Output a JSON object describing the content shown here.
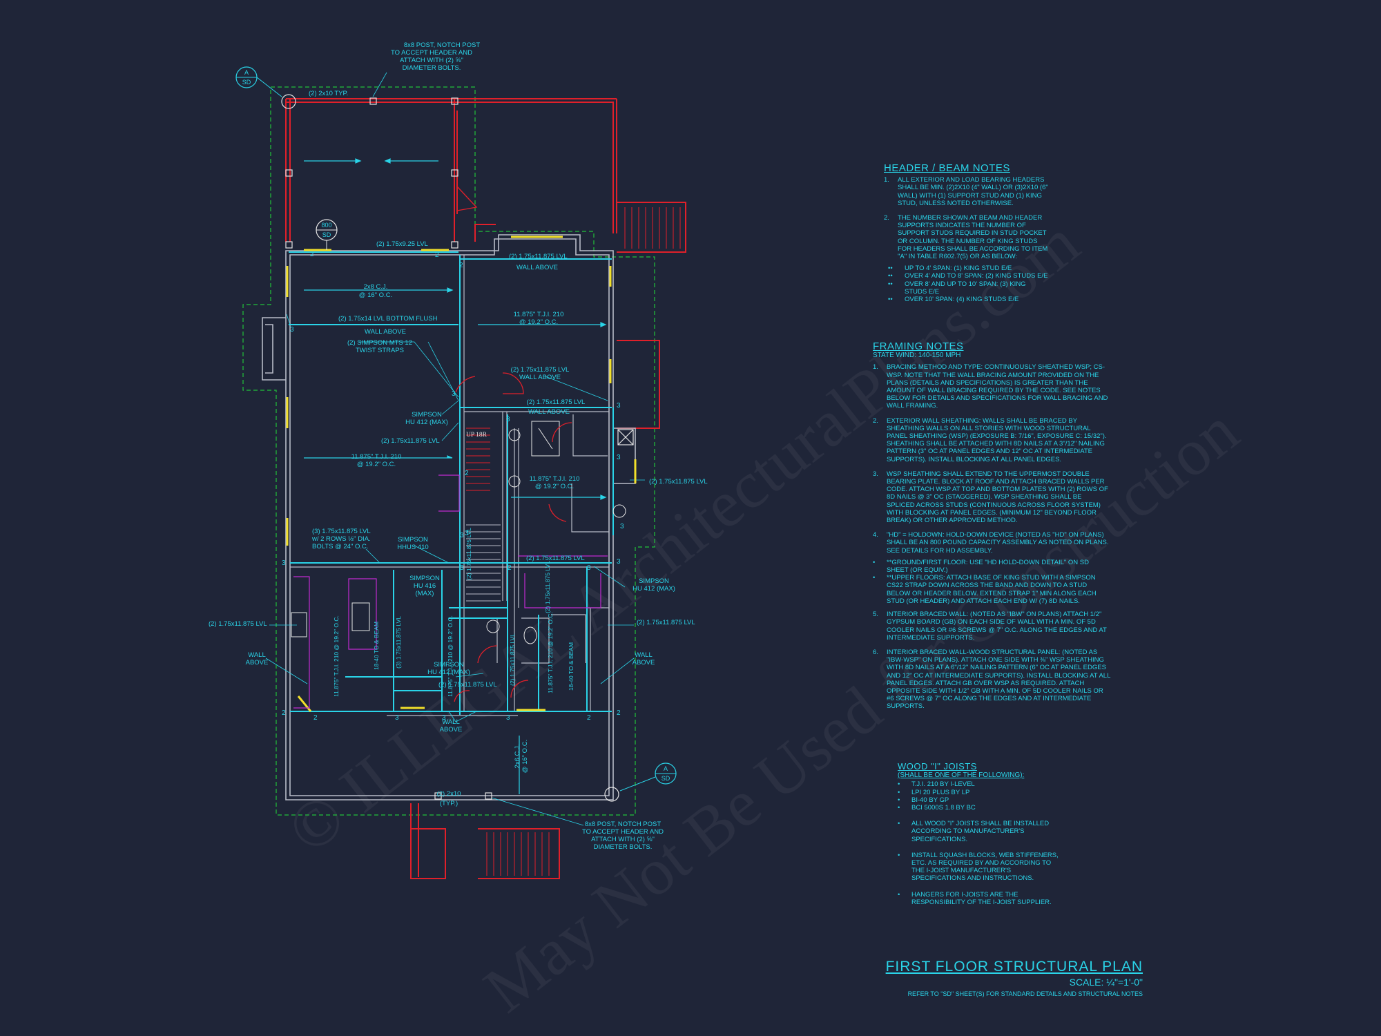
{
  "watermark": {
    "line1": "© ILLEGAL ArchitecturalPlans.com",
    "line2": "May Not Be Used for Construction"
  },
  "plan_labels": {
    "post_top": [
      "8x8 POST, NOTCH POST",
      "TO ACCEPT HEADER AND",
      "ATTACH WITH (2) ⅝\"",
      "DIAMETER BOLTS."
    ],
    "post_bottom": [
      "8x8 POST, NOTCH POST",
      "TO ACCEPT HEADER AND",
      "ATTACH WITH (2) ⅝\"",
      "DIAMETER BOLTS."
    ],
    "section_marker": {
      "letter": "A",
      "sheet": "SD"
    },
    "detail_marker": {
      "num": "800",
      "sheet": "SD"
    },
    "beam_2x10_typ": "(2) 2x10 TYP.",
    "beam_2x10_bottom": [
      "(2) 2x10",
      "(TYP.)"
    ],
    "lvl_925": "(2) 1.75x9.25 LVL",
    "lvl_1187_top": "(2) 1.75x11.875 LVL",
    "wall_above": "WALL ABOVE",
    "joist_2x8": [
      "2x8 C.J.",
      "@ 16\" O.C."
    ],
    "lvl_bottom_flush": "(2) 1.75x14 LVL BOTTOM FLUSH",
    "simpson_straps": [
      "(2) SIMPSON MTS 12",
      "TWIST STRAPS"
    ],
    "tji_right_top": [
      "11.875\" T.J.I. 210",
      "@ 19.2\" O.C."
    ],
    "lvl_mid": [
      "(2) 1.75x11.875 LVL",
      "WALL ABOVE"
    ],
    "lvl_mid2": [
      "(2) 1.75x11.875 LVL",
      "WALL ABOVE"
    ],
    "simpson_hu412": [
      "SIMPSON",
      "HU 412 (MAX)"
    ],
    "lvl_left_mid": "(2) 1.75x11.875 LVL",
    "up_18r": "UP 18R",
    "tji_left_mid": [
      "11.875\" T.J.I. 210",
      "@ 19.2\" O.C."
    ],
    "tji_center": [
      "11.875\" T.J.I. 210",
      "@ 19.2\" O.C."
    ],
    "lvl_right_side": "(2) 1.75x11.875 LVL",
    "lvl_3_bolts": [
      "(3) 1.75x11.875 LVL",
      "w/ 2 ROWS ½\" DIA.",
      "BOLTS @ 24\" O.C."
    ],
    "simpson_hhus": [
      "SIMPSON",
      "HHUS 410"
    ],
    "simpson_hu416": [
      "SIMPSON",
      "HU 416",
      "(MAX)"
    ],
    "lvl_center_lower": "(2) 1.75x11.875 LVL",
    "simpson_hu412_right": [
      "SIMPSON",
      "HU 412 (MAX)"
    ],
    "lvl_left_lower": "(2) 1.75x11.875 LVL",
    "lvl_right_lower": "(2) 1.75x11.875 LVL",
    "wall_above_left": [
      "WALL",
      "ABOVE"
    ],
    "wall_above_right": [
      "WALL",
      "ABOVE"
    ],
    "simpson_hu412_lower": [
      "SIMPSON",
      "HU 412 (MAX)"
    ],
    "lvl_lower_center": "(2) 1.75x11.875 LVL",
    "wall_above_bottom": [
      "WALL",
      "ABOVE"
    ],
    "joist_2x6": [
      "2x6 C.J.",
      "@ 16\" O.C."
    ],
    "vertical_labels": [
      "11.875\" T.J.I. 210 @ 19.2\" O.C.",
      "(3) 1.75x11.875 LVL",
      "(2) 1.75x11.875 LVL",
      "11.875\" T.J.I. 210 @ 19.2\" O.C.",
      "(2) 1.75x11.875 LVL",
      "(2) 1.75x11.875 LVL",
      "11.875\" T.J.I. 210 @ 19.2\" O.C.",
      "18-40 TO & BEAM",
      "18-40 TO & BEAM"
    ]
  },
  "header_notes": {
    "title": "HEADER / BEAM NOTES",
    "items": [
      {
        "num": "1.",
        "text": "ALL EXTERIOR AND LOAD BEARING HEADERS SHALL BE MIN. (2)2x10 (4\" WALL) OR (3)2x10 (6\" WALL) WITH (1) SUPPORT STUD AND (1) KING STUD, UNLESS NOTED OTHERWISE."
      },
      {
        "num": "2.",
        "text": "THE NUMBER SHOWN AT BEAM AND HEADER SUPPORTS INDICATES THE NUMBER OF SUPPORT STUDS REQUIRED IN STUD POCKET OR COLUMN. THE NUMBER OF KING STUDS FOR HEADERS SHALL BE ACCORDING TO ITEM \"a\" IN TABLE R602.7(5) OR AS BELOW:"
      }
    ],
    "bullets": [
      "UP TO 4' SPAN: (1) KING STUD E/E",
      "OVER 4' AND TO 8' SPAN: (2) KING STUDS E/E",
      "OVER 8' AND UP TO 10' SPAN: (3) KING STUDS E/E",
      "OVER 10' SPAN: (4) KING STUDS E/E"
    ]
  },
  "framing_notes": {
    "title": "FRAMING NOTES",
    "subtitle": "STATE Wind: 140-150 mph",
    "items": [
      {
        "num": "1.",
        "text": "BRACING METHOD AND TYPE: CONTINUOUSLY SHEATHED WSP; CS-WSP. NOTE THAT THE WALL BRACING AMOUNT PROVIDED ON THE PLANS (DETAILS AND SPECIFICATIONS) IS GREATER THAN THE AMOUNT OF WALL BRACING REQUIRED BY THE CODE. SEE NOTES BELOW FOR DETAILS AND SPECIFICATIONS FOR WALL BRACING AND WALL FRAMING."
      },
      {
        "num": "2.",
        "text": "EXTERIOR WALL SHEATHING: WALLS SHALL BE BRACED BY SHEATHING WALLS ON ALL STORIES WITH WOOD STRUCTURAL PANEL SHEATHING (WSP) (EXPOSURE B: 7/16\", EXPOSURE C: 15/32\"). SHEATHING SHALL BE ATTACHED WITH 8d NAILS AT A 3\"/12\" NAILING PATTERN (3\" OC AT PANEL EDGES AND 12\" OC AT INTERMEDIATE SUPPORTS). INSTALL BLOCKING AT ALL PANEL EDGES."
      },
      {
        "num": "3.",
        "text": "WSP SHEATHING SHALL EXTEND TO THE UPPERMOST DOUBLE BEARING PLATE. BLOCK AT ROOF AND ATTACH BRACED WALLS PER CODE. ATTACH WSP AT TOP AND BOTTOM PLATES WITH (2) ROWS OF 8d NAILS @ 3\" OC (STAGGERED). WSP SHEATHING SHALL BE SPLICED ACROSS STUDS (CONTINUOUS ACROSS FLOOR SYSTEM) WITH BLOCKING AT PANEL EDGES. (MINIMUM 12\" BEYOND FLOOR BREAK) OR OTHER APPROVED METHOD."
      },
      {
        "num": "4.",
        "text": "\"HD\" = HOLDOWN: HOLD-DOWN DEVICE (NOTED AS \"HD\" ON PLANS) SHALL BE AN 800 POUND CAPACITY ASSEMBLY AS NOTED ON PLANS. SEE DETAILS FOR HD ASSEMBLY."
      }
    ],
    "bullets": [
      "**GROUND/FIRST FLOOR: USE \"HD HOLD-DOWN DETAIL\" ON SD SHEET (OR EQUIV.)",
      "**UPPER FLOORS: ATTACH BASE OF KING STUD WITH A SIMPSON CS22 STRAP DOWN ACROSS THE BAND AND DOWN TO A STUD BELOW OR HEADER BELOW. EXTEND STRAP 1\" MIN ALONG EACH STUD (OR HEADER) AND ATTACH EACH END W/ (7) 8d NAILS."
    ],
    "items2": [
      {
        "num": "5.",
        "text": "INTERIOR BRACED WALL: (NOTED AS \"IBW\" ON PLANS) ATTACH 1/2\" GYPSUM BOARD (GB) ON EACH SIDE OF WALL WITH A MIN. OF 5d COOLER NAILS OR #6 SCREWS @ 7\" O.C. ALONG THE EDGES AND AT INTERMEDIATE SUPPORTS."
      },
      {
        "num": "6.",
        "text": "INTERIOR BRACED WALL-WOOD STRUCTURAL PANEL: (NOTED AS \"IBW-WSP\" ON PLANS). ATTACH ONE SIDE WITH ⅜\" WSP SHEATHING WITH 8d NAILS AT A 6\"/12\" NAILING PATTERN (6\" OC AT PANEL EDGES AND 12\" OC AT INTERMEDIATE SUPPORTS). INSTALL BLOCKING AT ALL PANEL EDGES. ATTACH GB OVER WSP AS REQUIRED. ATTACH OPPOSITE SIDE WITH 1/2\" GB WITH A MIN. OF 5d COOLER NAILS OR #6 SCREWS @ 7\" OC ALONG THE EDGES AND AT INTERMEDIATE SUPPORTS."
      }
    ]
  },
  "joist_notes": {
    "title": "WOOD \"I\" JOISTS",
    "subtitle": "(SHALL BE ONE OF THE FOLLOWING):",
    "products": [
      "T.J.I. 210 BY I-LEVEL",
      "LPI 20 PLUS BY LP",
      "BI-40 BY GP",
      "BCI 5000s 1.8 BY BC"
    ],
    "notes": [
      "ALL WOOD \"I\" JOISTS SHALL BE INSTALLED ACCORDING TO MANUFACTURER'S SPECIFICATIONS.",
      "INSTALL SQUASH BLOCKS, WEB STIFFENERS, ETC. AS REQUIRED BY AND ACCORDING TO THE I-JOIST MANUFACTURER'S SPECIFICATIONS AND INSTRUCTIONS.",
      "HANGERS FOR I-JOISTS ARE THE RESPONSIBILITY OF THE I-JOIST SUPPLIER."
    ]
  },
  "title_block": {
    "title": "FIRST FLOOR STRUCTURAL PLAN",
    "scale": "SCALE: ¼\"=1'-0\"",
    "refer": "REFER TO \"SD\" SHEET(S) FOR STANDARD DETAILS AND STRUCTURAL NOTES"
  },
  "colors": {
    "background": "#1f2538",
    "cyan": "#2ad4e8",
    "red": "#e0202a",
    "green": "#22c23a",
    "yellow": "#f2e02a",
    "magenta": "#c02ad0",
    "white": "#e6e6e6"
  }
}
